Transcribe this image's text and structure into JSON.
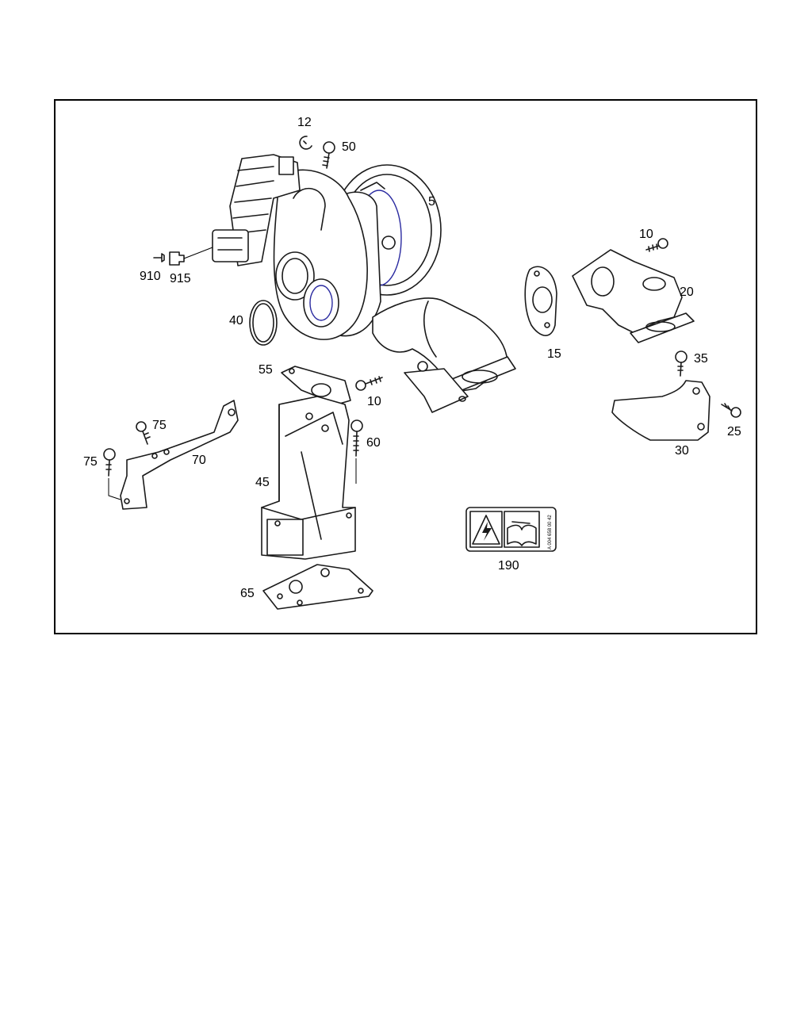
{
  "labels": {
    "l12": "12",
    "l50": "50",
    "l5": "5",
    "l10a": "10",
    "l20": "20",
    "l910": "910",
    "l915": "915",
    "l40": "40",
    "l15": "15",
    "l35": "35",
    "l55": "55",
    "l10b": "10",
    "l75a": "75",
    "l75b": "75",
    "l70": "70",
    "l60": "60",
    "l25": "25",
    "l30": "30",
    "l45": "45",
    "l190": "190",
    "l65": "65"
  },
  "decal_code": "A 004 658 00 42",
  "colors": {
    "outline": "#1a1a1a",
    "frame": "#000000",
    "accent_blue": "#2a2aa0"
  }
}
